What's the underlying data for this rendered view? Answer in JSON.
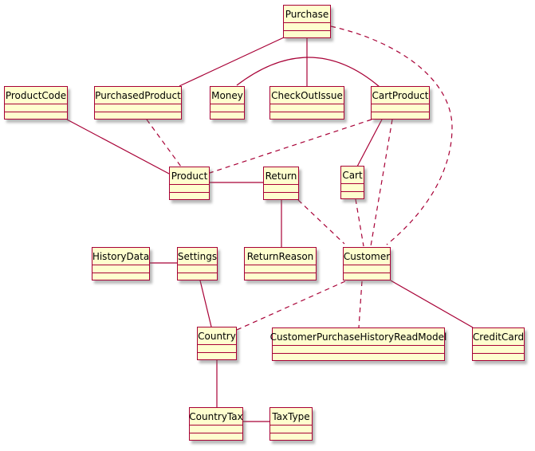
{
  "diagram": {
    "type": "uml-class-diagram",
    "colors": {
      "node_fill": "#FEFECE",
      "node_border": "#A80036",
      "edge": "#A80036",
      "text": "#000000",
      "canvas": "#FFFFFF"
    },
    "nodes": [
      {
        "id": "Purchase",
        "label": "Purchase"
      },
      {
        "id": "ProductCode",
        "label": "ProductCode"
      },
      {
        "id": "PurchasedProduct",
        "label": "PurchasedProduct"
      },
      {
        "id": "Money",
        "label": "Money"
      },
      {
        "id": "CheckOutIssue",
        "label": "CheckOutIssue"
      },
      {
        "id": "CartProduct",
        "label": "CartProduct"
      },
      {
        "id": "Product",
        "label": "Product"
      },
      {
        "id": "Return",
        "label": "Return"
      },
      {
        "id": "Cart",
        "label": "Cart"
      },
      {
        "id": "HistoryData",
        "label": "HistoryData"
      },
      {
        "id": "Settings",
        "label": "Settings"
      },
      {
        "id": "ReturnReason",
        "label": "ReturnReason"
      },
      {
        "id": "Customer",
        "label": "Customer"
      },
      {
        "id": "CustomerPurchaseHistoryReadModel",
        "label": "CustomerPurchaseHistoryReadModel"
      },
      {
        "id": "CreditCard",
        "label": "CreditCard"
      },
      {
        "id": "Country",
        "label": "Country"
      },
      {
        "id": "CountryTax",
        "label": "CountryTax"
      },
      {
        "id": "TaxType",
        "label": "TaxType"
      }
    ],
    "edges": [
      {
        "from": "Purchase",
        "to": "PurchasedProduct",
        "style": "solid"
      },
      {
        "from": "Purchase",
        "to": "CheckOutIssue",
        "style": "solid"
      },
      {
        "from": "Money",
        "to": "CartProduct",
        "style": "solid"
      },
      {
        "from": "CartProduct",
        "to": "Cart",
        "style": "solid"
      },
      {
        "from": "Product",
        "to": "Return",
        "style": "solid"
      },
      {
        "from": "Return",
        "to": "ReturnReason",
        "style": "solid"
      },
      {
        "from": "ProductCode",
        "to": "Product",
        "style": "solid"
      },
      {
        "from": "HistoryData",
        "to": "Settings",
        "style": "solid"
      },
      {
        "from": "Settings",
        "to": "Country",
        "style": "solid"
      },
      {
        "from": "Country",
        "to": "CountryTax",
        "style": "solid"
      },
      {
        "from": "CountryTax",
        "to": "TaxType",
        "style": "solid"
      },
      {
        "from": "Customer",
        "to": "CreditCard",
        "style": "solid"
      },
      {
        "from": "Purchase",
        "to": "Customer",
        "style": "dashed"
      },
      {
        "from": "PurchasedProduct",
        "to": "Product",
        "style": "dashed"
      },
      {
        "from": "CartProduct",
        "to": "Product",
        "style": "dashed"
      },
      {
        "from": "CartProduct",
        "to": "Customer",
        "style": "dashed"
      },
      {
        "from": "Cart",
        "to": "Customer",
        "style": "dashed"
      },
      {
        "from": "Return",
        "to": "Customer",
        "style": "dashed"
      },
      {
        "from": "Customer",
        "to": "Country",
        "style": "dashed"
      },
      {
        "from": "Customer",
        "to": "CustomerPurchaseHistoryReadModel",
        "style": "dashed"
      }
    ]
  }
}
